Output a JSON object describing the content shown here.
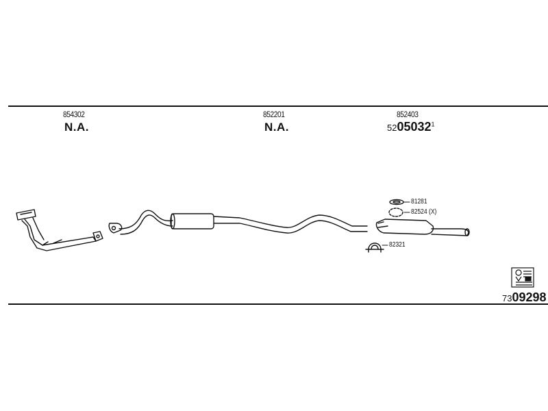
{
  "top_refs": [
    {
      "number": "854302",
      "status": "N.A."
    },
    {
      "number": "852201",
      "status": "N.A."
    },
    {
      "number": "852403",
      "code_prefix": "52",
      "code_main": "05032",
      "code_sup": "1"
    }
  ],
  "parts": {
    "part_a": "81281",
    "part_b": "82524 (X)",
    "part_c": "82321"
  },
  "reference": {
    "prefix": "73",
    "main": "09298"
  }
}
